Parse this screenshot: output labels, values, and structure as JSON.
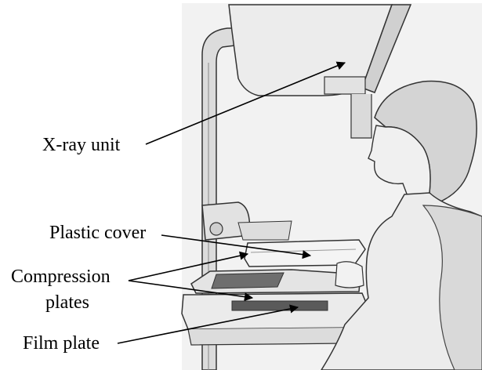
{
  "labels": {
    "xray_unit": "X-ray unit",
    "plastic_cover": "Plastic cover",
    "compression_line1": "Compression",
    "compression_line2": "plates",
    "film_plate": "Film plate"
  },
  "colors": {
    "background": "#ffffff",
    "machine_fill": "#e9e9e9",
    "machine_dark": "#6b6b6b",
    "skin_fill": "#ededed",
    "outline": "#333333",
    "leader_line": "#000000"
  }
}
